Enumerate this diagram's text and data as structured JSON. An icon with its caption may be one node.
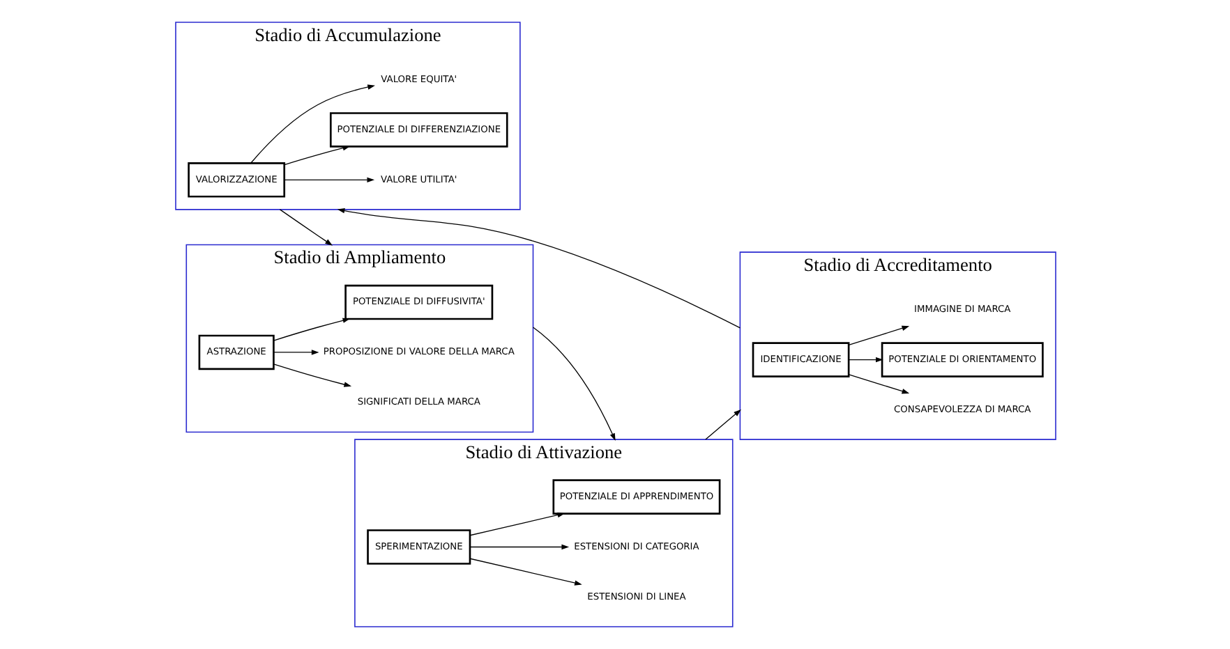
{
  "diagram": {
    "nodes": [
      {
        "text": [
          "Stadio di Accreditamento"
        ]
      },
      {
        "text": [
          "CONSAPEVOLEZZA DI MARCA"
        ],
        "in": 0
      },
      {
        "text": [
          "IDENTIFICAZIONE"
        ],
        "in": 0
      },
      {
        "text": [
          "POTENZIALE DI ORIENTAMENTO"
        ],
        "in": 0
      },
      {
        "text": [
          "IMMAGINE DI MARCA"
        ],
        "in": 0
      },
      {
        "text": [
          "Stadio di Accumulazione"
        ]
      },
      {
        "text": [
          "VALORE UTILITA'"
        ],
        "in": 5
      },
      {
        "text": [
          "VALORIZZAZIONE"
        ],
        "in": 5
      },
      {
        "text": [
          "POTENZIALE DI DIFFERENZIAZIONE"
        ],
        "in": 5
      },
      {
        "text": [
          "VALORE EQUITA'"
        ],
        "in": 5
      },
      {
        "text": [
          "Stadio di Attivazione"
        ]
      },
      {
        "text": [
          "ESTENSIONI DI LINEA"
        ],
        "in": 10
      },
      {
        "text": [
          "POTENZIALE DI APPRENDIMENTO"
        ],
        "in": 10
      },
      {
        "text": [
          "SPERIMENTAZIONE"
        ],
        "in": 10
      },
      {
        "text": [
          "ESTENSIONI DI CATEGORIA"
        ],
        "in": 10
      },
      {
        "text": [
          "Stadio di Ampliamento"
        ]
      },
      {
        "text": [
          "SIGNIFICATI DELLA MARCA"
        ],
        "in": 15
      },
      {
        "text": [
          "POTENZIALE DI DIFFUSIVITA'"
        ],
        "in": 15
      },
      {
        "text": [
          "ASTRAZIONE"
        ],
        "in": 15
      },
      {
        "text": [
          "PROPOSIZIONE DI VALORE DELLA MARCA"
        ],
        "in": 15
      }
    ],
    "edges": [
      {
        "from": 2,
        "to": 1,
        "arrow": "to"
      },
      {
        "from": 2,
        "to": 3,
        "arrow": "to"
      },
      {
        "from": 2,
        "to": 4,
        "arrow": "to"
      },
      {
        "from": 0,
        "to": 5,
        "arrow": "to"
      },
      {
        "from": 7,
        "to": 6,
        "arrow": "to"
      },
      {
        "from": 7,
        "to": 8,
        "arrow": "to"
      },
      {
        "from": 7,
        "to": 9,
        "arrow": "to"
      },
      {
        "from": 5,
        "to": 15,
        "arrow": "to"
      },
      {
        "from": 18,
        "to": 16,
        "arrow": "to"
      },
      {
        "from": 18,
        "to": 17,
        "arrow": "to"
      },
      {
        "from": 18,
        "to": 19,
        "arrow": "to"
      },
      {
        "from": 15,
        "to": 10,
        "arrow": "to"
      },
      {
        "from": 13,
        "to": 11,
        "arrow": "to"
      },
      {
        "from": 13,
        "to": 12,
        "arrow": "to"
      },
      {
        "from": 13,
        "to": 14,
        "arrow": "to"
      },
      {
        "from": 10,
        "to": 0,
        "arrow": "to"
      }
    ]
  }
}
